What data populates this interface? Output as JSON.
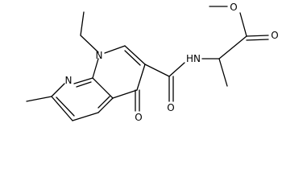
{
  "atoms": {
    "n1": "N",
    "n8": "N",
    "c4_oxygen": "O",
    "amide_oxygen": "O",
    "amide_nitrogen": "HN",
    "ester_carbonyl_oxygen": "O",
    "ester_methoxy_oxygen": "O"
  },
  "colors": {
    "bond": "#000000",
    "label": "#000000",
    "background": "#ffffff"
  }
}
